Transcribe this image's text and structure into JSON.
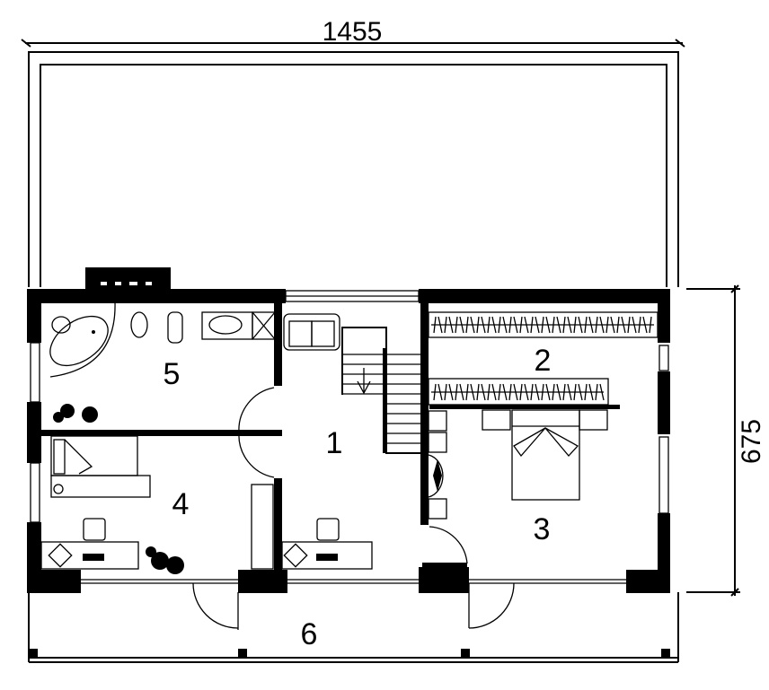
{
  "dimensions": {
    "width": "1455",
    "depth": "675"
  },
  "rooms": [
    {
      "number": "1",
      "kind": "hall"
    },
    {
      "number": "2",
      "kind": "wardrobe"
    },
    {
      "number": "3",
      "kind": "bedroom"
    },
    {
      "number": "4",
      "kind": "study-bedroom"
    },
    {
      "number": "5",
      "kind": "bathroom"
    },
    {
      "number": "6",
      "kind": "terrace"
    }
  ],
  "colors": {
    "ink": "#000000",
    "paper": "#ffffff"
  }
}
